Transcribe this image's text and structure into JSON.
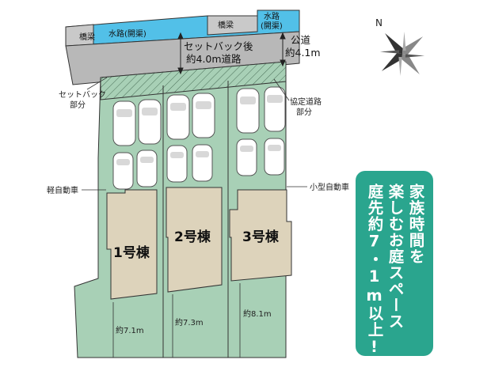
{
  "labels": {
    "bridge": "橋梁",
    "canal": "水路(開渠)",
    "setback_after": "セットバック後",
    "road_width_after": "約4.0m道路",
    "public_road": "公道",
    "public_road_width": "約4.1m",
    "setback_part_1": "セットバック",
    "setback_part_2": "部分",
    "agreement_road_1": "協定道路",
    "agreement_road_2": "部分",
    "light_car": "軽自動車",
    "compact_car": "小型自動車"
  },
  "houses": [
    {
      "name": "1号棟",
      "garden": "約7.1m"
    },
    {
      "name": "2号棟",
      "garden": "約7.3m"
    },
    {
      "name": "3号棟",
      "garden": "約8.1m"
    }
  ],
  "callout": {
    "col1": "家族時間を",
    "col2": "楽しむお庭スペース",
    "col3": "庭先約7・1m以上!"
  },
  "compass": {
    "north": "N"
  },
  "colors": {
    "lot_fill": "#a8d0b6",
    "house_fill": "#ddd3bb",
    "road_fill": "#b8b8b8",
    "canal_fill": "#52c0e8",
    "callout_bg": "#2aa58e"
  }
}
